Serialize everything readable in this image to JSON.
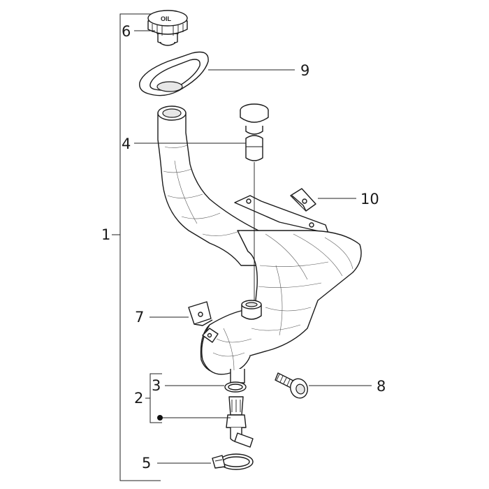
{
  "callouts": {
    "assembly": "1",
    "subassembly": "2",
    "o_ring": "3",
    "filler_pipe": "4",
    "hose_clamp": "5",
    "oil_cap": "6",
    "clip": "7",
    "screw": "8",
    "gasket": "9",
    "clip_nut": "10"
  },
  "cap_text": "OIL"
}
